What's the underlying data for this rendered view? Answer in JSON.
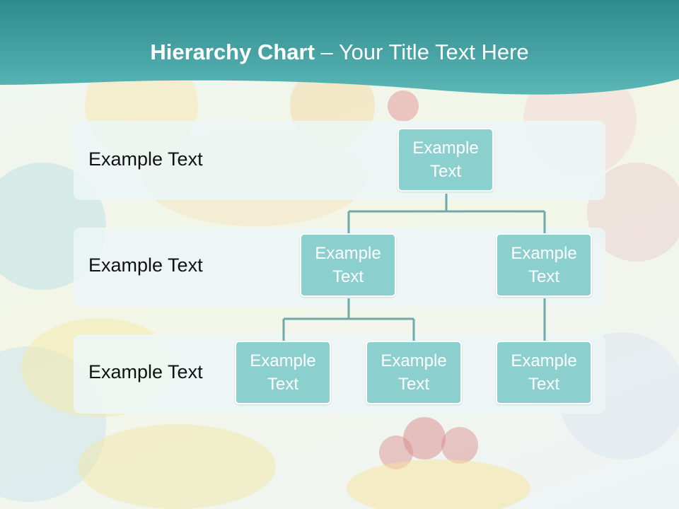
{
  "title": {
    "bold": "Hierarchy Chart",
    "rest": " – Your Title Text Here"
  },
  "levels": [
    {
      "label": "Example Text"
    },
    {
      "label": "Example Text"
    },
    {
      "label": "Example Text"
    }
  ],
  "nodes": {
    "root": "Example Text",
    "level2_left": "Example Text",
    "level2_right": "Example Text",
    "level3_left": "Example Text",
    "level3_middle": "Example Text",
    "level3_right": "Example Text"
  },
  "colors": {
    "header_teal": "#3b9a9a",
    "node_fill": "#8ccfcf",
    "connector": "#6fa9aa"
  }
}
